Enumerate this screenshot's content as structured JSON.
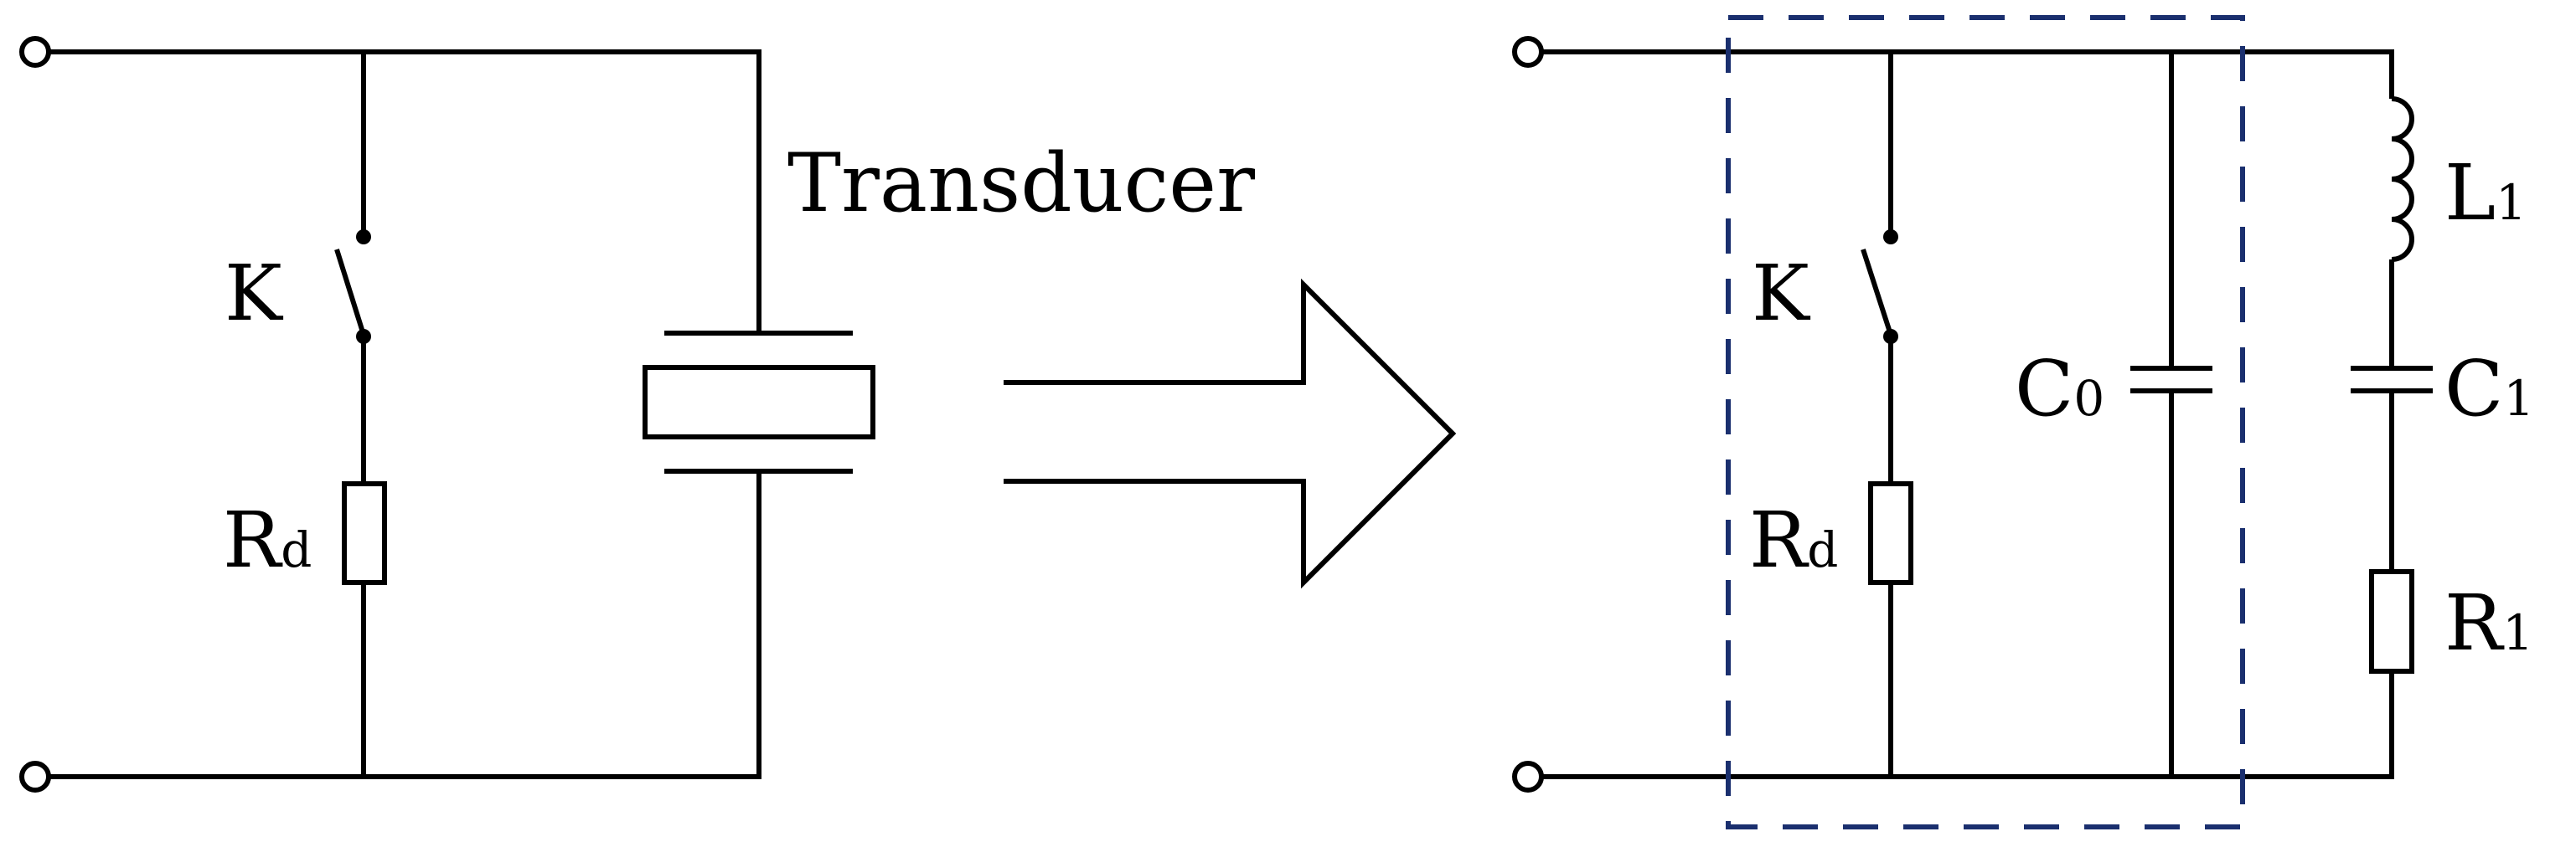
{
  "labels": {
    "left_switch": "K",
    "left_resistor_main": "R",
    "left_resistor_sub": "d",
    "transducer": "Transducer",
    "right_switch": "K",
    "right_resistor_main": "R",
    "right_resistor_sub": "d",
    "c0_main": "C",
    "c0_sub": "0",
    "l1_main": "L",
    "l1_sub": "1",
    "c1_main": "C",
    "c1_sub": "1",
    "r1_main": "R",
    "r1_sub": "1"
  },
  "colors": {
    "line": "#000000",
    "dashed_box": "#1a2f6e",
    "background": "#ffffff"
  },
  "icons": {
    "terminal": "open-circle-terminal",
    "junction": "filled-dot",
    "arrow": "hollow-right-arrow"
  }
}
